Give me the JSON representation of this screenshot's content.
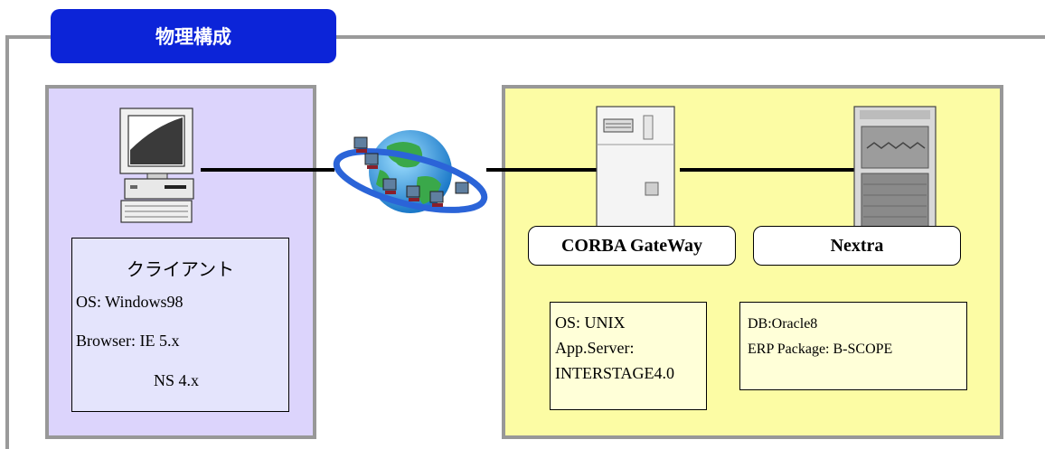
{
  "tab": {
    "title": "物理構成"
  },
  "client": {
    "title": "クライアント",
    "os": "OS: Windows98",
    "browser": "Browser: IE 5.x",
    "browser2": "NS 4.x"
  },
  "gateway": {
    "label": "CORBA GateWay",
    "specs": [
      "OS: UNIX",
      "App.Server:",
      "INTERSTAGE4.0"
    ]
  },
  "nextra": {
    "label": "Nextra",
    "specs": [
      "DB:Oracle8",
      "ERP Package: B-SCOPE"
    ]
  },
  "icons": [
    "client-pc-icon",
    "network-globe-icon",
    "gateway-server-icon",
    "nextra-server-icon"
  ],
  "colors": {
    "tab": "#0c24d8",
    "client_panel": "#dcd4fc",
    "server_panel": "#fcfca4",
    "panel_border": "#989898"
  }
}
